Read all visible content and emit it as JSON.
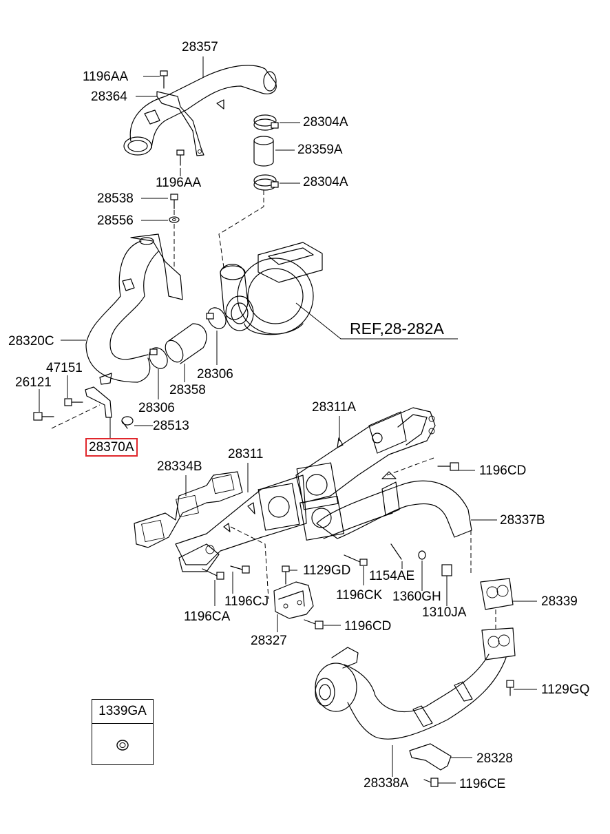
{
  "labels": {
    "p28357": "28357",
    "p1196AA_top": "1196AA",
    "p28364": "28364",
    "p28304A_top": "28304A",
    "p28359A": "28359A",
    "p1196AA_mid": "1196AA",
    "p28304A_bot": "28304A",
    "p28538": "28538",
    "p28556": "28556",
    "ref": "REF,28-282A",
    "p28320C": "28320C",
    "p47151": "47151",
    "p26121": "26121",
    "p28306_a": "28306",
    "p28358": "28358",
    "p28306_b": "28306",
    "p28513": "28513",
    "p28370A": "28370A",
    "p28311A": "28311A",
    "p28311": "28311",
    "p28334B": "28334B",
    "p1196CD_a": "1196CD",
    "p28337B": "28337B",
    "p1129GD": "1129GD",
    "p1154AE": "1154AE",
    "p1196CK": "1196CK",
    "p1360GH": "1360GH",
    "p1196CJ": "1196CJ",
    "p1196CA": "1196CA",
    "p1310JA": "1310JA",
    "p28339": "28339",
    "p1196CD_b": "1196CD",
    "p28327": "28327",
    "p1129GQ": "1129GQ",
    "p28328": "28328",
    "p28338A": "28338A",
    "p1196CE": "1196CE"
  },
  "legend_box": {
    "title": "1339GA"
  },
  "highlight_color": "#e0262b"
}
